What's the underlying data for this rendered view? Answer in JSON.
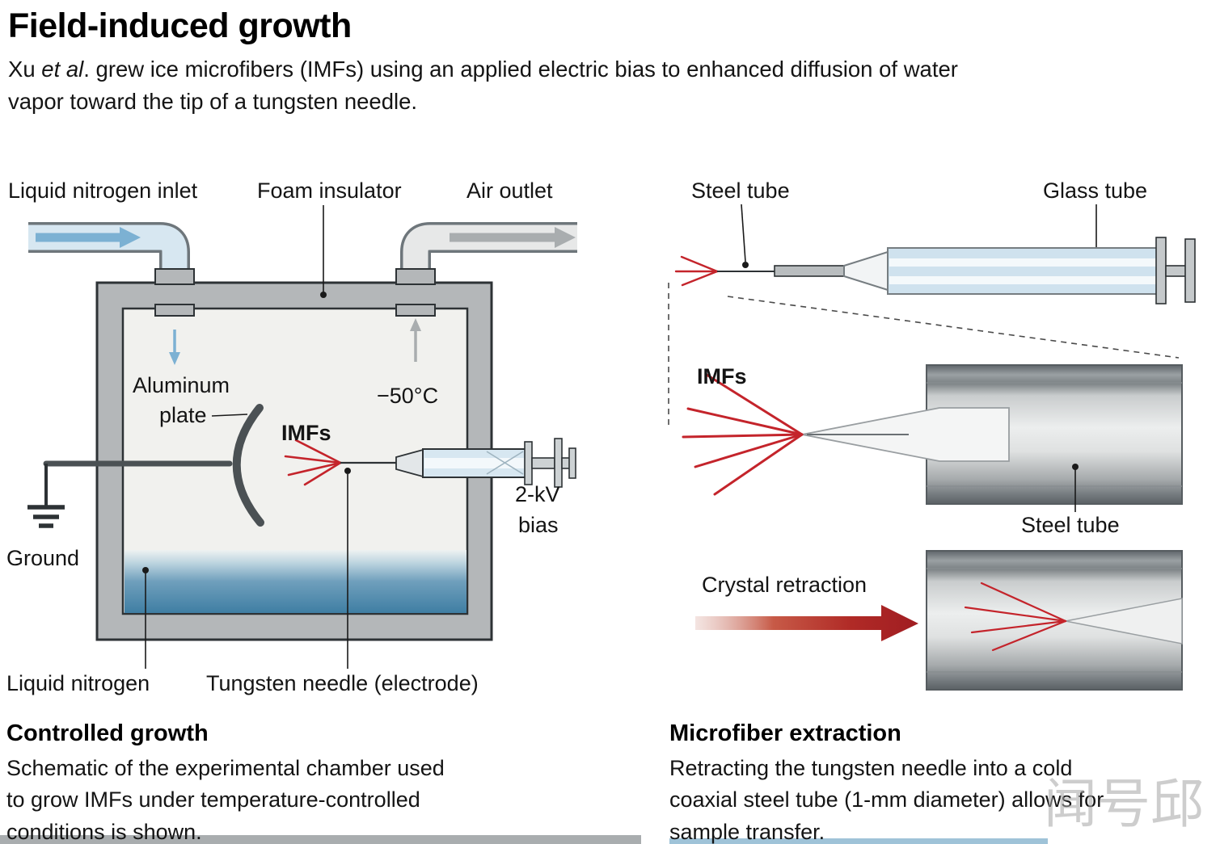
{
  "header": {
    "title": "Field-induced growth",
    "subtitle": {
      "prefix": "Xu ",
      "italic": "et al",
      "rest": ". grew ice microfibers (IMFs) using an applied electric bias to enhanced diffusion of water",
      "line2": "vapor toward the tip of a tungsten needle."
    }
  },
  "chamber": {
    "liquid_nitrogen_inlet": "Liquid nitrogen inlet",
    "foam_insulator": "Foam insulator",
    "air_outlet": "Air outlet",
    "aluminum_line1": "Aluminum",
    "aluminum_line2": "plate",
    "imfs": "IMFs",
    "temperature": "−50°C",
    "bias_line1": "2-kV",
    "bias_line2": "bias",
    "ground": "Ground",
    "liquid_nitrogen": "Liquid nitrogen",
    "tungsten_needle": "Tungsten needle (electrode)"
  },
  "extraction": {
    "steel_tube_top": "Steel tube",
    "glass_tube": "Glass tube",
    "imfs": "IMFs",
    "steel_tube_mid": "Steel tube",
    "crystal_retraction": "Crystal retraction"
  },
  "captions": {
    "left_heading": "Controlled growth",
    "left_line1": "Schematic of the experimental chamber used",
    "left_line2": "to grow IMFs under temperature-controlled",
    "left_line3": "conditions is shown.",
    "right_heading": "Microfiber extraction",
    "right_line1": "Retracting the tungsten needle into a cold",
    "right_line2": "coaxial steel tube (1-mm diameter) allows for",
    "right_line3": "sample transfer."
  },
  "watermark": "闻号邱",
  "colors": {
    "imf_red": "#c4242b",
    "liquid_blue": "#3f7ea3",
    "pipe_blue": "#d7e7f1",
    "steel_gray": "#9aa0a3",
    "retraction_red": "#a01d22",
    "outline_dark": "#2d3235"
  }
}
